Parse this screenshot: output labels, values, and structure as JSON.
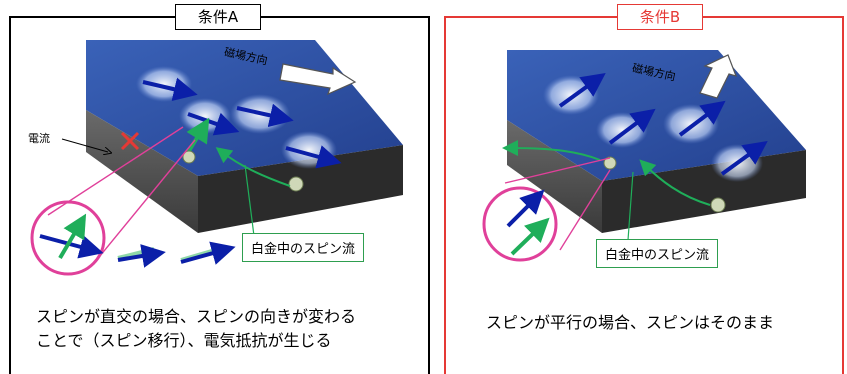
{
  "condition_a": {
    "title": "条件A",
    "magnetic_label": "磁場方向",
    "current_label": "電流",
    "spin_current_label": "白金中のスピン流",
    "description_line1": "スピンが直交の場合、スピンの向きが変わる",
    "description_line2": "ことで（スピン移行）、電気抵抗が生じる"
  },
  "condition_b": {
    "title": "条件B",
    "magnetic_label": "磁場方向",
    "spin_current_label": "白金中のスピン流",
    "description": "スピンが平行の場合、スピンはそのまま"
  },
  "colors": {
    "panel_a_border": "#000000",
    "panel_b_border": "#e53935",
    "slab_top": "#2f55a8",
    "slab_side": "#555555",
    "spin_arrow": "#0b1fa8",
    "spin_current_arrow": "#1fae5a",
    "circle": "#e0409a",
    "cross": "#e53935"
  },
  "icons": [
    "spin-arrow-icon",
    "cross-icon",
    "magnetic-field-arrow-icon",
    "current-arrow-icon"
  ]
}
